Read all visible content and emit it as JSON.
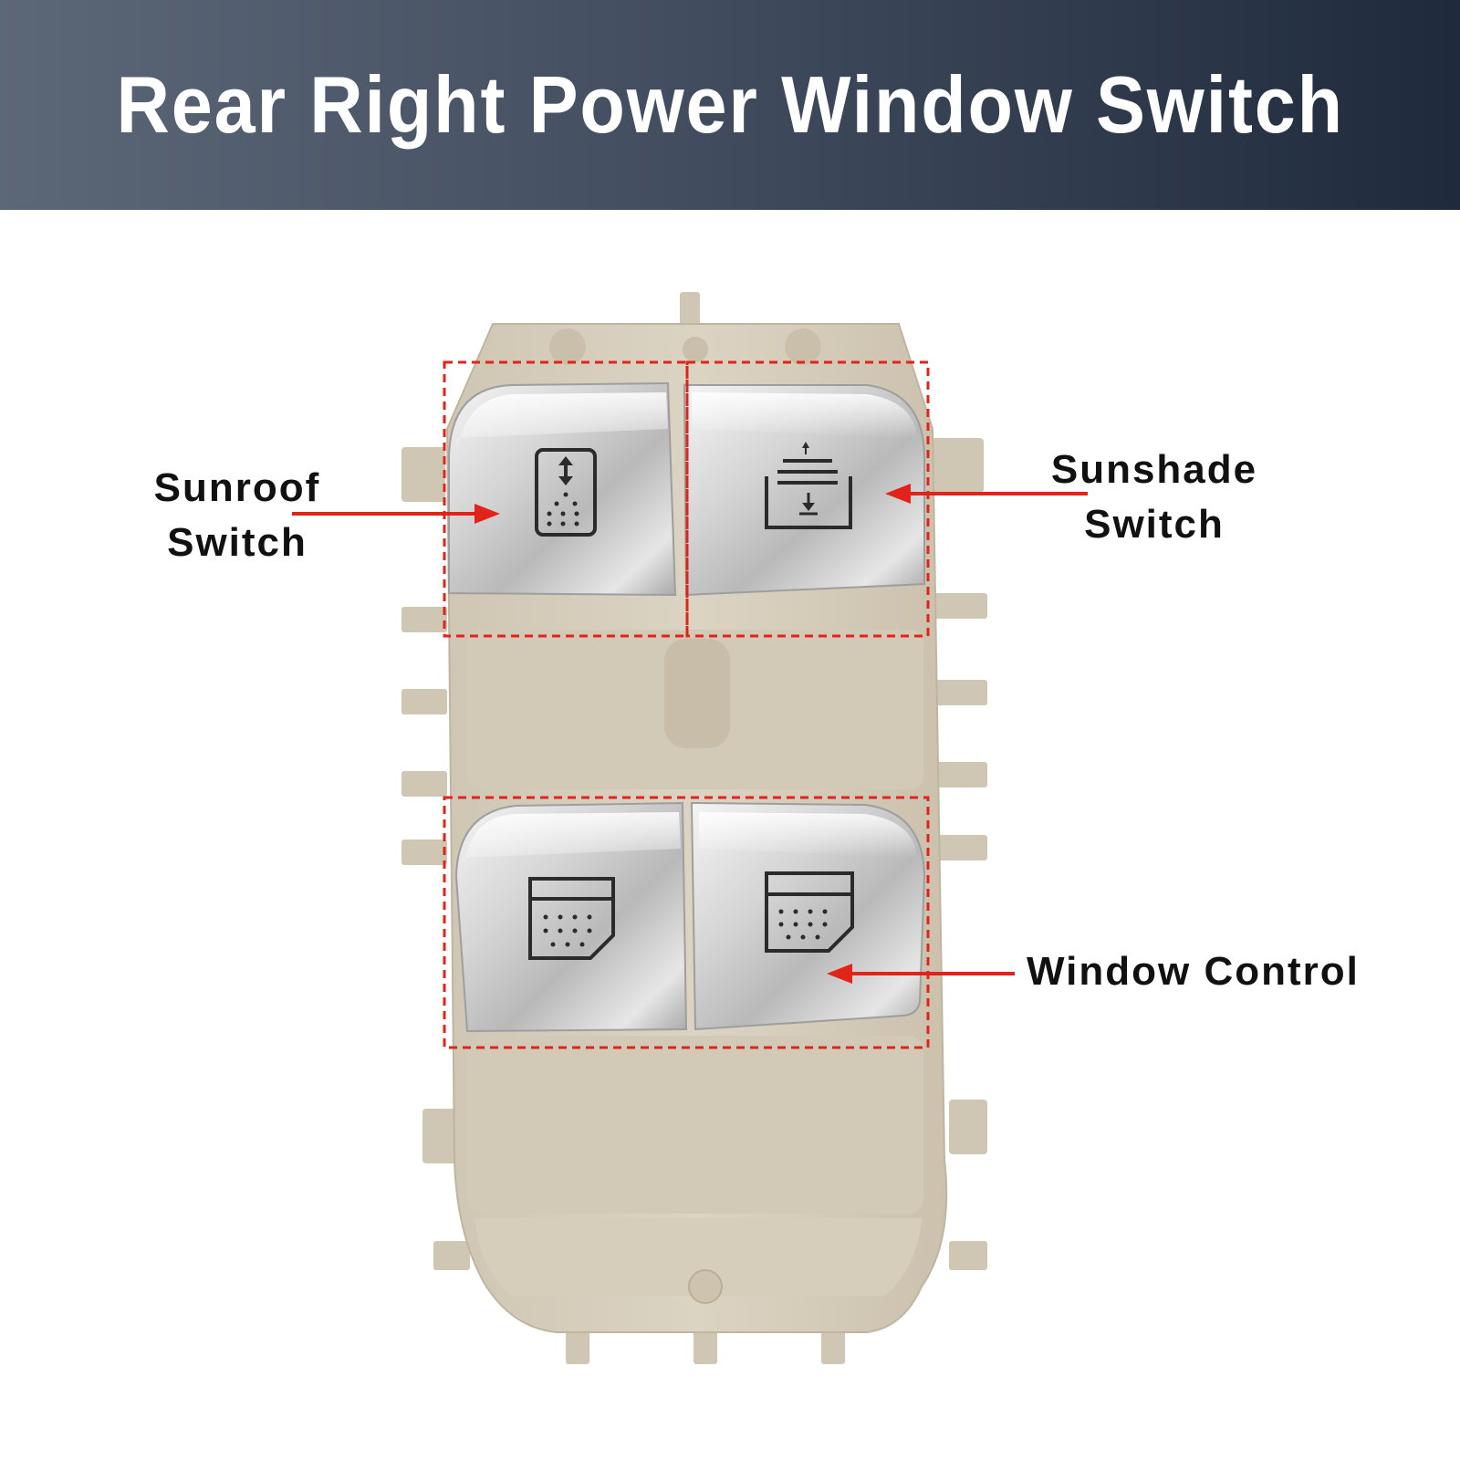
{
  "header": {
    "title": "Rear Right Power Window Switch",
    "background_from": "#5c6778",
    "background_to": "#1f2a3c",
    "text_color": "#ffffff"
  },
  "product": {
    "housing_color": "#d8cfbd",
    "button_finish": "brushed chrome",
    "highlight_color": "#e2231a"
  },
  "callouts": {
    "sunroof": {
      "line1": "Sunroof",
      "line2": "Switch",
      "icon": "sunroof-icon"
    },
    "sunshade": {
      "line1": "Sunshade",
      "line2": "Switch",
      "icon": "sunshade-icon"
    },
    "window": {
      "text": "Window Control",
      "icon": "window-icon"
    }
  }
}
